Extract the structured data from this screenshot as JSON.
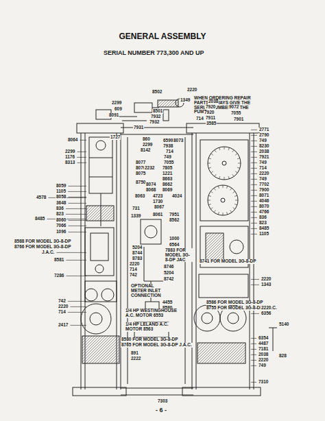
{
  "diagram": {
    "title": "GENERAL ASSEMBLY",
    "labels": [
      "SERIAL NUMBER 773,300 AND UP",
      "8502",
      "2220",
      "1349",
      "WHEN ORDERING REPAIR PARTS ALWAYS GIVE THE SERIAL NUMBER OF THE PUMP",
      "8501",
      "2299",
      "609",
      "8091",
      "7932",
      "7932",
      "7931",
      "1727",
      "860",
      "2299",
      "8142",
      "8064",
      "2299",
      "1176",
      "8313",
      "8077",
      "8076",
      "8075",
      "8750",
      "8059",
      "1105",
      "8058",
      "4578",
      "3648",
      "836",
      "823",
      "8485",
      "8060",
      "7066",
      "1096",
      "8588 FOR MODEL 3G-8-DP",
      "8766 FOR MODEL 3G-8-DP",
      "J.A.C.",
      "8581",
      "7286",
      "742",
      "2220",
      "714",
      "2417",
      "6599",
      "7938",
      "714",
      "749",
      "8073",
      "7055",
      "2232",
      "7805",
      "1221",
      "8663",
      "8662",
      "8069",
      "8068",
      "8074",
      "4024",
      "4723",
      "1730",
      "8063",
      "8067",
      "731",
      "1339",
      "8061",
      "7951",
      "5204",
      "8744",
      "8562",
      "1000",
      "8783",
      "6564",
      "2220",
      "714",
      "742",
      "7883 FOR MODEL 3G-8-DP JAC",
      "8746",
      "5204",
      "8742",
      "OPTIONAL METER INLET CONNECTION",
      "4455",
      "8580",
      "1/4 HP WESTINGHOUSE A.C. MOTOR 6553",
      "1/4 HP LELAND A.C. MOTOR 8563",
      "8580 FOR MODEL 3G-8-DP",
      "8765 FOR MODEL 3G-8-DP J.A.C.",
      "891",
      "2222",
      "7303",
      "- 6 -",
      "2038",
      "9072",
      "7920",
      "7920",
      "7911",
      "3585",
      "7055",
      "7901",
      "714",
      "2771",
      "2790",
      "749",
      "8230",
      "2038",
      "7921",
      "749",
      "714",
      "2220",
      "749",
      "7702",
      "7900",
      "8071",
      "4046",
      "8070",
      "4766",
      "836",
      "823",
      "8485",
      "8741 FOR MODEL 3G-8-DP",
      "2220",
      "1343",
      "8586 FOR MODEL 3G-8-DP",
      "8755 FOR MODEL 3G-8-DP J.A.C.",
      "2220",
      "6356",
      "5140",
      "828",
      "6354",
      "4487",
      "7181",
      "2038",
      "2220",
      "749",
      "7310",
      "1105"
    ]
  }
}
